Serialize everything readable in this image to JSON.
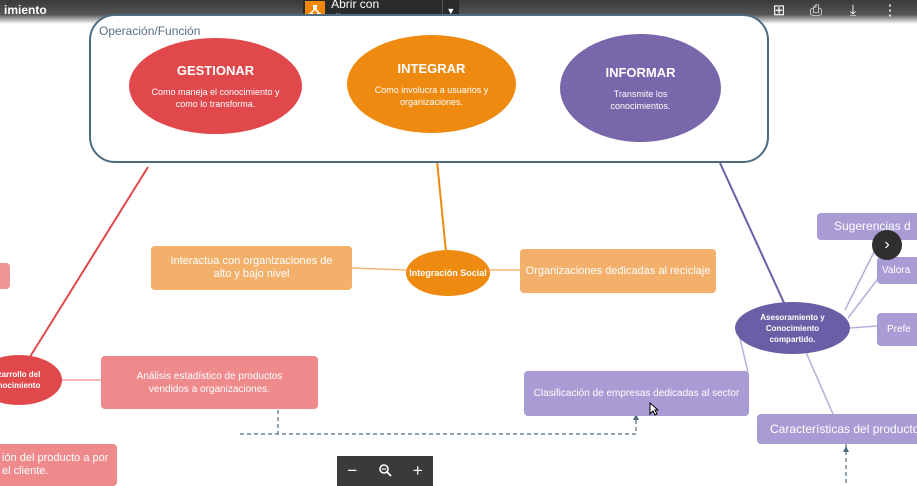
{
  "app": {
    "title": "imiento",
    "open_button_label": "Abrir con diagrams.net"
  },
  "diagram": {
    "frame_label": "Operación/Función",
    "nodes": {
      "gestionar": {
        "title": "GESTIONAR",
        "desc": "Como maneja el conocimiento y como lo transforma."
      },
      "integrar": {
        "title": "INTEGRAR",
        "desc": "Como involucra a usuarios y organizaciones."
      },
      "informar": {
        "title": "INFORMAR",
        "desc": "Transmite los conocimientos."
      },
      "integracion_social": "Integración Social",
      "interactua": "Interactua con organizaciones de alto y bajo nivel",
      "org_reciclaje": "Organizaciones dedicadas al reciclaje",
      "desarrollo": "zarrollo del nocimiento",
      "analisis": "Análisis estadístico de productos vendidos a organizaciones.",
      "clasificacion": "Clasificación de empresas dedicadas al sector",
      "asesoramiento": "Asesoramiento y Conocimiento compartido.",
      "sugerencias": "Sugerencias d",
      "valora": "Valora",
      "prefe": "Prefe",
      "caracteristicas": "Características del producto",
      "ion_producto": "ión del producto a por el cliente."
    }
  },
  "colors": {
    "red": "#e0484c",
    "orange": "#ee8a10",
    "purple": "#7867aa"
  }
}
